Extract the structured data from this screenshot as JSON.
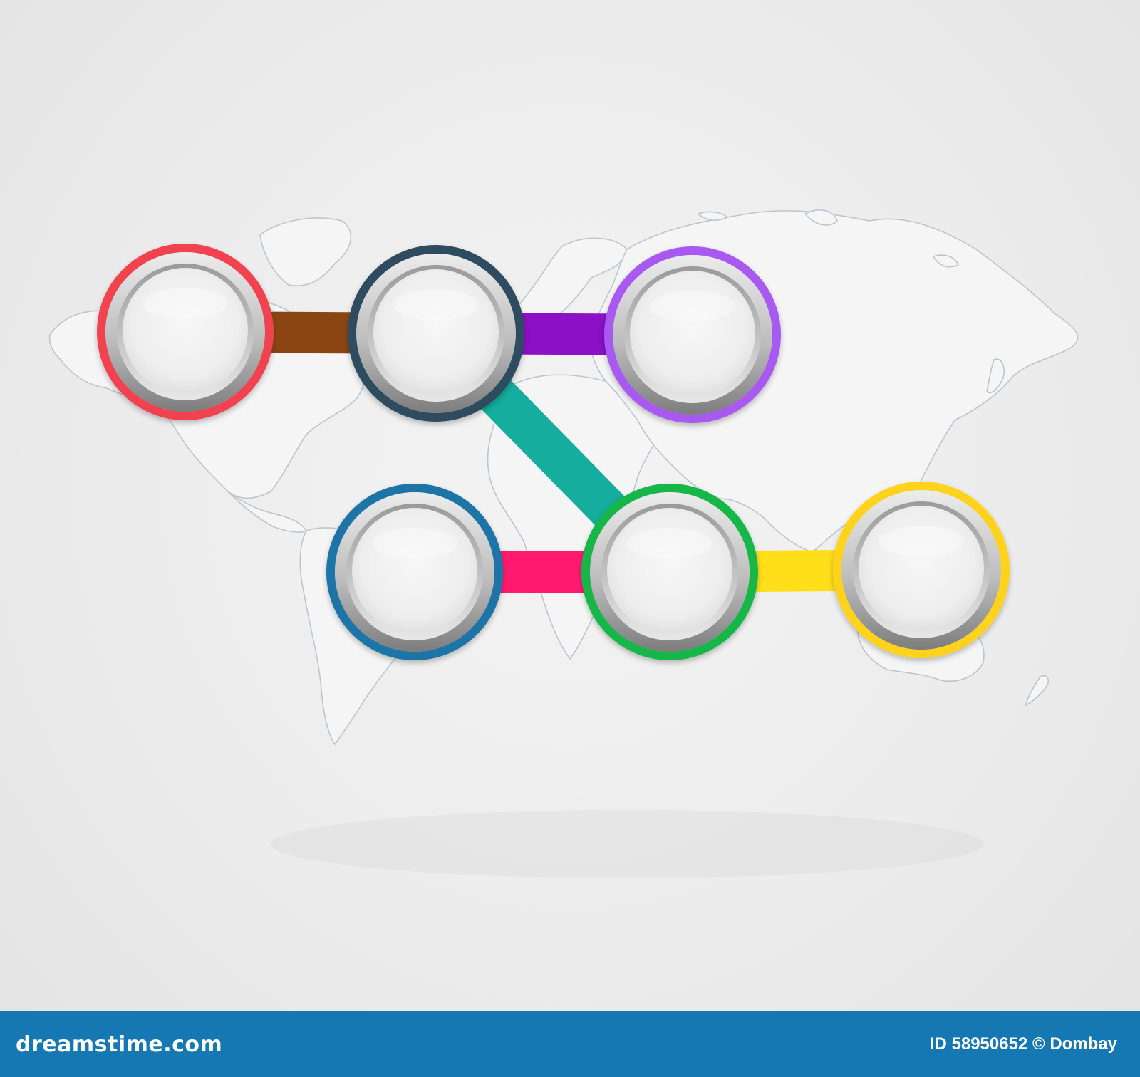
{
  "diagram": {
    "nodes": [
      {
        "id": "node-red",
        "color": "#f0424f"
      },
      {
        "id": "node-navy",
        "color": "#2e4b5e"
      },
      {
        "id": "node-violet",
        "color": "#a85af0"
      },
      {
        "id": "node-blue",
        "color": "#1b75a6"
      },
      {
        "id": "node-green",
        "color": "#18b64a"
      },
      {
        "id": "node-yellow",
        "color": "#ffd21c"
      }
    ],
    "connectors": [
      {
        "id": "red-to-navy",
        "from": "node-red",
        "to": "node-navy",
        "color": "#8b4513"
      },
      {
        "id": "navy-to-violet",
        "from": "node-navy",
        "to": "node-violet",
        "color": "#8b10c6"
      },
      {
        "id": "navy-to-green",
        "from": "node-navy",
        "to": "node-green",
        "color": "#14ad9e"
      },
      {
        "id": "blue-to-green",
        "from": "node-blue",
        "to": "node-green",
        "color": "#ff1a6e"
      },
      {
        "id": "green-to-yellow",
        "from": "node-green",
        "to": "node-yellow",
        "color": "#ffdf1a"
      }
    ],
    "background": "world-map-outline"
  },
  "footer": {
    "brand": "dreamstime.com",
    "credit": "ID 58950652 © Dombay",
    "color": "#1578b3"
  }
}
